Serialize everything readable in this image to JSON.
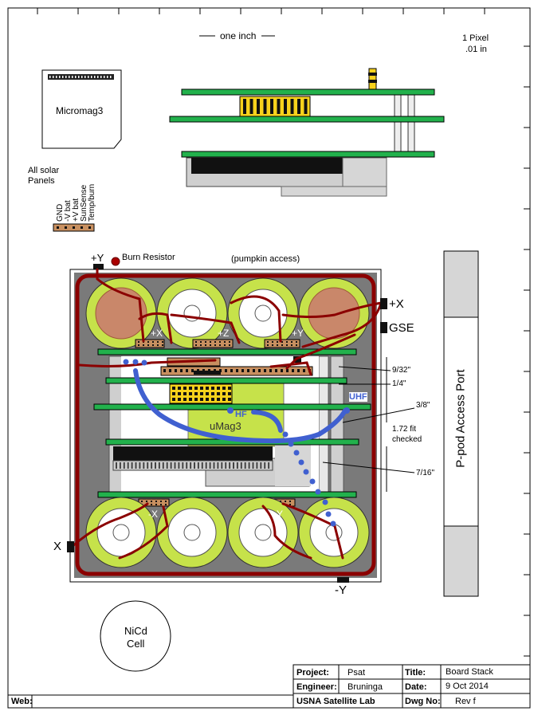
{
  "scale": {
    "label": "one inch",
    "pixel_note_1": "1 Pixel",
    "pixel_note_2": ".01 in"
  },
  "micromag": {
    "label": "Micromag3"
  },
  "solar": {
    "title_1": "All solar",
    "title_2": "Panels",
    "pins": [
      "GND",
      "-V bat",
      "+V bat",
      "SunSense",
      "Temp/burn"
    ]
  },
  "top_labels": {
    "plus_y": "+Y",
    "burn_resistor": "Burn Resistor",
    "pumpkin": "(pumpkin access)"
  },
  "side_labels": {
    "plus_x": "+X",
    "gse": "GSE",
    "x": "X",
    "minus_y": "-Y"
  },
  "connector_labels": {
    "px": "+X",
    "pz": "+Z",
    "py": "+Y",
    "mx": "-X",
    "my": "-Y"
  },
  "board_labels": {
    "umag": "uMag3",
    "hf": "HF",
    "uhf": "UHF"
  },
  "dimensions": {
    "d1": "9/32\"",
    "d2": "1/4\"",
    "d3": "3/8\"",
    "d4_1": "1.72 fit",
    "d4_2": "checked",
    "d5": "7/16\""
  },
  "ppod": {
    "label": "P-pod Access Port"
  },
  "nicd": {
    "line1": "NiCd",
    "line2": "Cell"
  },
  "title_block": {
    "project_label": "Project:",
    "project_value": "Psat",
    "title_label": "Title:",
    "title_value": "Board Stack",
    "engineer_label": "Engineer:",
    "engineer_value": "Bruninga",
    "date_label": "Date:",
    "date_value": "9 Oct 2014",
    "lab": "USNA Satellite Lab",
    "dwg_label": "Dwg No:",
    "dwg_value": "Rev f",
    "web_label": "Web:"
  },
  "colors": {
    "board_green": "#22b14c",
    "cell_yellow": "#c6e24a",
    "wire_red": "#8b0000",
    "cable_blue": "#4060d0",
    "connector_tan": "#c89060"
  }
}
